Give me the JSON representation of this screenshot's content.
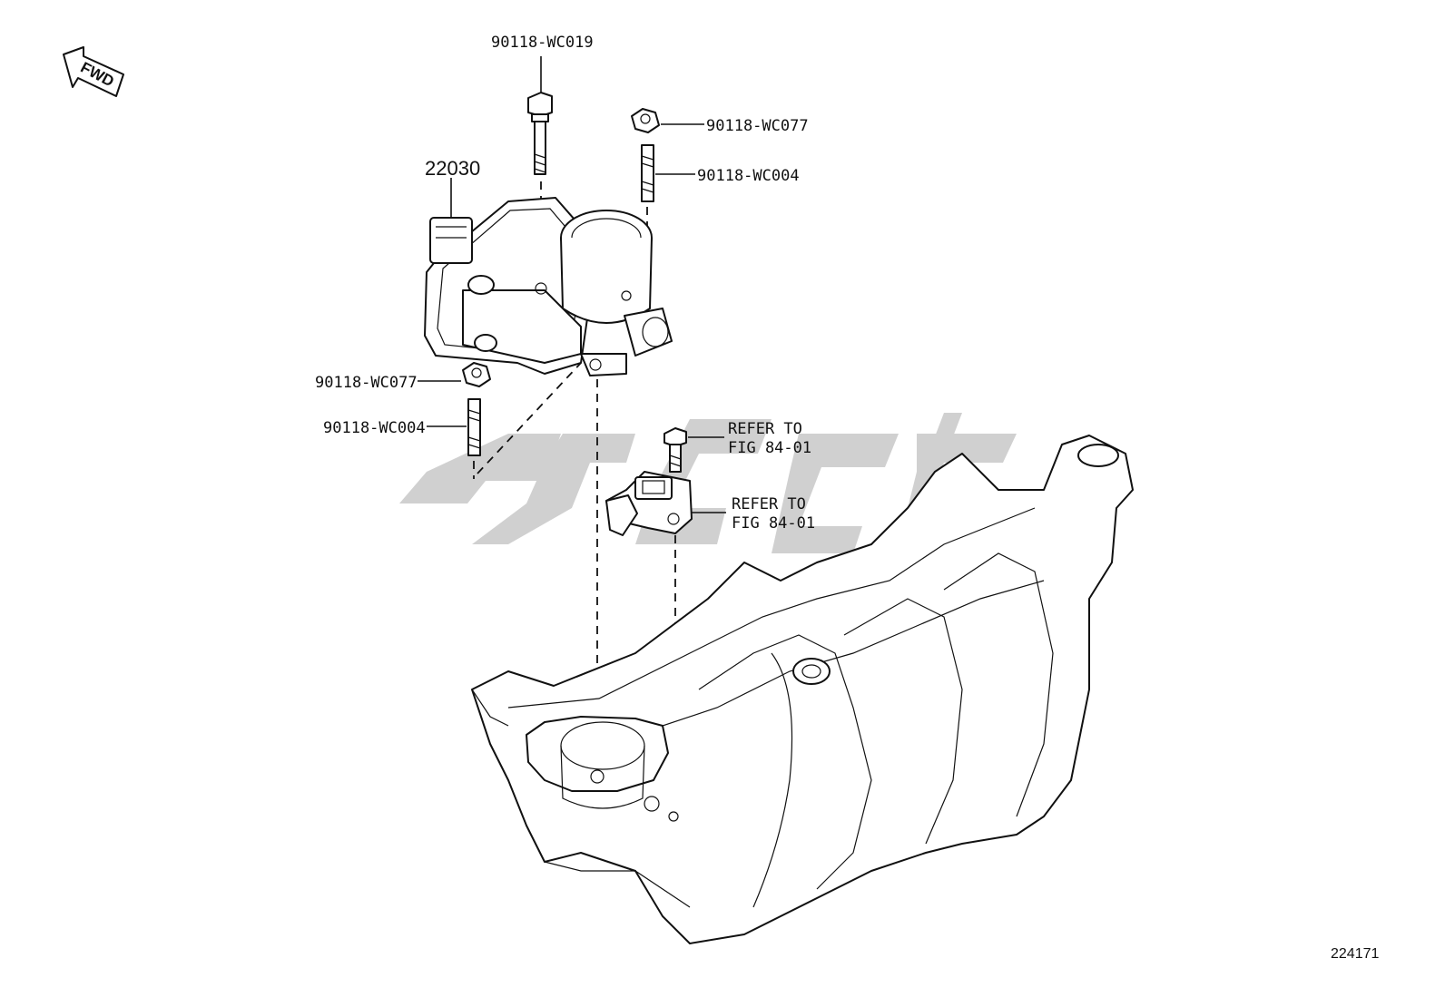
{
  "orientation": {
    "fwd_label": "FWD"
  },
  "parts": {
    "throttle_body_number": "22030",
    "bolt_top": "90118-WC019",
    "nut_right": "90118-WC077",
    "stud_right": "90118-WC004",
    "nut_left": "90118-WC077",
    "stud_left": "90118-WC004"
  },
  "references": {
    "screw_ref_line1": "REFER TO",
    "screw_ref_line2": "FIG 84-01",
    "sensor_ref_line1": "REFER TO",
    "sensor_ref_line2": "FIG 84-01"
  },
  "figure_number": "224171",
  "colors": {
    "ink": "#111111",
    "watermark": "#c8c8c8",
    "background": "#ffffff"
  }
}
